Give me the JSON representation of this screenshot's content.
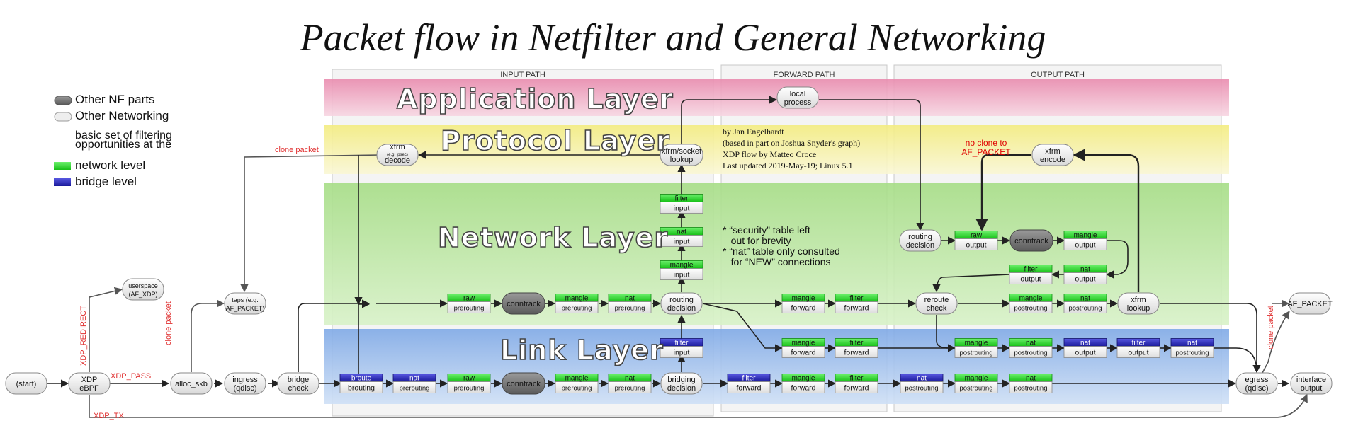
{
  "title": "Packet flow in Netfilter and General Networking",
  "legend": {
    "other_nf": "Other NF parts",
    "other_net": "Other Networking",
    "basic_line1": "basic set of filtering",
    "basic_line2": "opportunities at the",
    "network_level": "network level",
    "bridge_level": "bridge level"
  },
  "paths": {
    "input": "INPUT PATH",
    "forward": "FORWARD PATH",
    "output": "OUTPUT PATH"
  },
  "layers": {
    "application": "Application Layer",
    "protocol": "Protocol Layer",
    "network": "Network Layer",
    "link": "Link Layer"
  },
  "credits": [
    "by Jan Engelhardt",
    "(based in part on Joshua Snyder's graph)",
    "XDP flow by Matteo Croce",
    "Last updated 2019-May-19; Linux 5.1"
  ],
  "notes": [
    "* “security” table left",
    "   out for brevity",
    "* “nat” table only consulted",
    "   for “NEW” connections"
  ],
  "annotations": {
    "clone_packet_top": "clone packet",
    "clone_packet_mid": "clone packet",
    "clone_packet_right": "clone packet",
    "xdp_redirect": "XDP_REDIRECT",
    "xdp_pass": "XDP_PASS",
    "xdp_tx": "XDP_TX",
    "no_clone_line1": "no clone to",
    "no_clone_line2": "AF_PACKET"
  },
  "colors": {
    "application_band": "#f0a6c0",
    "protocol_band": "#f6f2a8",
    "network_band": "#bce6a4",
    "link_band": "#a6c6ee",
    "network_level_tag": "#22cc22",
    "bridge_level_tag": "#2222aa",
    "other_nf": "#7a7a7a",
    "other_net": "#eeeeee"
  },
  "rounded_nodes": [
    {
      "id": "start",
      "l1": "(start)",
      "l2": ""
    },
    {
      "id": "xdp",
      "l1": "XDP",
      "l2": "eBPF"
    },
    {
      "id": "userspace",
      "l1": "userspace",
      "l2": "(AF_XDP)"
    },
    {
      "id": "alloc_skb",
      "l1": "alloc_skb",
      "l2": ""
    },
    {
      "id": "taps",
      "l1": "taps (e.g.",
      "l2": "AF_PACKET)"
    },
    {
      "id": "ingress",
      "l1": "ingress",
      "l2": "(qdisc)"
    },
    {
      "id": "bridge_check",
      "l1": "bridge",
      "l2": "check"
    },
    {
      "id": "xfrm_decode",
      "l1": "xfrm",
      "l2": "decode",
      "small": "(e.g. ipsec)"
    },
    {
      "id": "routing_decision_in",
      "l1": "routing",
      "l2": "decision"
    },
    {
      "id": "bridging_decision",
      "l1": "bridging",
      "l2": "decision"
    },
    {
      "id": "xfrm_socket",
      "l1": "xfrm/socket",
      "l2": "lookup"
    },
    {
      "id": "local_process",
      "l1": "local",
      "l2": "process"
    },
    {
      "id": "xfrm_encode",
      "l1": "xfrm",
      "l2": "encode"
    },
    {
      "id": "routing_decision_out",
      "l1": "routing",
      "l2": "decision"
    },
    {
      "id": "reroute_check",
      "l1": "reroute",
      "l2": "check"
    },
    {
      "id": "xfrm_lookup",
      "l1": "xfrm",
      "l2": "lookup"
    },
    {
      "id": "egress",
      "l1": "egress",
      "l2": "(qdisc)"
    },
    {
      "id": "interface_output",
      "l1": "interface",
      "l2": "output"
    },
    {
      "id": "af_packet",
      "l1": "AF_PACKET",
      "l2": ""
    }
  ],
  "conntrack_nodes": [
    {
      "id": "conntrack_net_in",
      "label": "conntrack"
    },
    {
      "id": "conntrack_link",
      "label": "conntrack"
    },
    {
      "id": "conntrack_out",
      "label": "conntrack"
    }
  ],
  "chain_nodes": [
    {
      "id": "raw_pre_net",
      "table": "raw",
      "chain": "prerouting",
      "level": "network"
    },
    {
      "id": "mangle_pre_net",
      "table": "mangle",
      "chain": "prerouting",
      "level": "network"
    },
    {
      "id": "nat_pre_net",
      "table": "nat",
      "chain": "prerouting",
      "level": "network"
    },
    {
      "id": "mangle_input",
      "table": "mangle",
      "chain": "input",
      "level": "network"
    },
    {
      "id": "nat_input",
      "table": "nat",
      "chain": "input",
      "level": "network"
    },
    {
      "id": "filter_input",
      "table": "filter",
      "chain": "input",
      "level": "network"
    },
    {
      "id": "mangle_fwd_net",
      "table": "mangle",
      "chain": "forward",
      "level": "network"
    },
    {
      "id": "filter_fwd_net",
      "table": "filter",
      "chain": "forward",
      "level": "network"
    },
    {
      "id": "raw_output",
      "table": "raw",
      "chain": "output",
      "level": "network"
    },
    {
      "id": "mangle_output",
      "table": "mangle",
      "chain": "output",
      "level": "network"
    },
    {
      "id": "filter_output",
      "table": "filter",
      "chain": "output",
      "level": "network"
    },
    {
      "id": "nat_output",
      "table": "nat",
      "chain": "output",
      "level": "network"
    },
    {
      "id": "mangle_post_net",
      "table": "mangle",
      "chain": "postrouting",
      "level": "network"
    },
    {
      "id": "nat_post_net",
      "table": "nat",
      "chain": "postrouting",
      "level": "network"
    },
    {
      "id": "broute_brouting",
      "table": "broute",
      "chain": "brouting",
      "level": "bridge"
    },
    {
      "id": "nat_pre_br",
      "table": "nat",
      "chain": "prerouting",
      "level": "bridge"
    },
    {
      "id": "raw_pre_link",
      "table": "raw",
      "chain": "prerouting",
      "level": "network"
    },
    {
      "id": "mangle_pre_link",
      "table": "mangle",
      "chain": "prerouting",
      "level": "network"
    },
    {
      "id": "nat_pre_link",
      "table": "nat",
      "chain": "prerouting",
      "level": "network"
    },
    {
      "id": "filter_input_br",
      "table": "filter",
      "chain": "input",
      "level": "bridge"
    },
    {
      "id": "filter_fwd_br",
      "table": "filter",
      "chain": "forward",
      "level": "bridge"
    },
    {
      "id": "mangle_fwd_link",
      "table": "mangle",
      "chain": "forward",
      "level": "network"
    },
    {
      "id": "filter_fwd_link",
      "table": "filter",
      "chain": "forward",
      "level": "network"
    },
    {
      "id": "mangle_fwd_link2",
      "table": "mangle",
      "chain": "forward",
      "level": "network"
    },
    {
      "id": "filter_fwd_link2",
      "table": "filter",
      "chain": "forward",
      "level": "network"
    },
    {
      "id": "mangle_post_link1",
      "table": "mangle",
      "chain": "postrouting",
      "level": "network"
    },
    {
      "id": "nat_post_link1",
      "table": "nat",
      "chain": "postrouting",
      "level": "network"
    },
    {
      "id": "nat_output_br",
      "table": "nat",
      "chain": "output",
      "level": "bridge"
    },
    {
      "id": "filter_output_br",
      "table": "filter",
      "chain": "output",
      "level": "bridge"
    },
    {
      "id": "nat_post_br_top",
      "table": "nat",
      "chain": "postrouting",
      "level": "bridge"
    },
    {
      "id": "nat_post_br",
      "table": "nat",
      "chain": "postrouting",
      "level": "bridge"
    },
    {
      "id": "mangle_post_link2",
      "table": "mangle",
      "chain": "postrouting",
      "level": "network"
    },
    {
      "id": "nat_post_link2",
      "table": "nat",
      "chain": "postrouting",
      "level": "network"
    }
  ]
}
